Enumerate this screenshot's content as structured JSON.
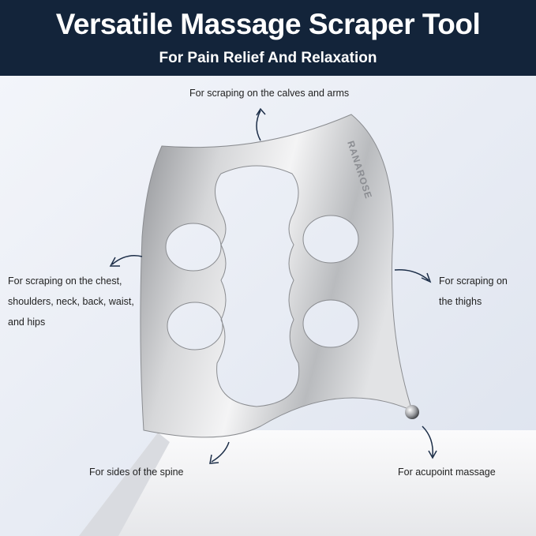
{
  "header": {
    "title": "Versatile Massage Scraper Tool",
    "subtitle": "For Pain Relief And Relaxation"
  },
  "product": {
    "brand": "RANAROSE"
  },
  "callouts": {
    "top": "For scraping on the calves and arms",
    "left_line1": "For scraping on the chest,",
    "left_line2": "shoulders, neck, back, waist,",
    "left_line3": "and hips",
    "right_line1": "For scraping on",
    "right_line2": "the thighs",
    "bottom_left": "For sides of the spine",
    "bottom_right": "For acupoint massage"
  },
  "colors": {
    "header_bg": "#13243a",
    "arrow": "#1c2e48",
    "background": "#e9edf5"
  }
}
